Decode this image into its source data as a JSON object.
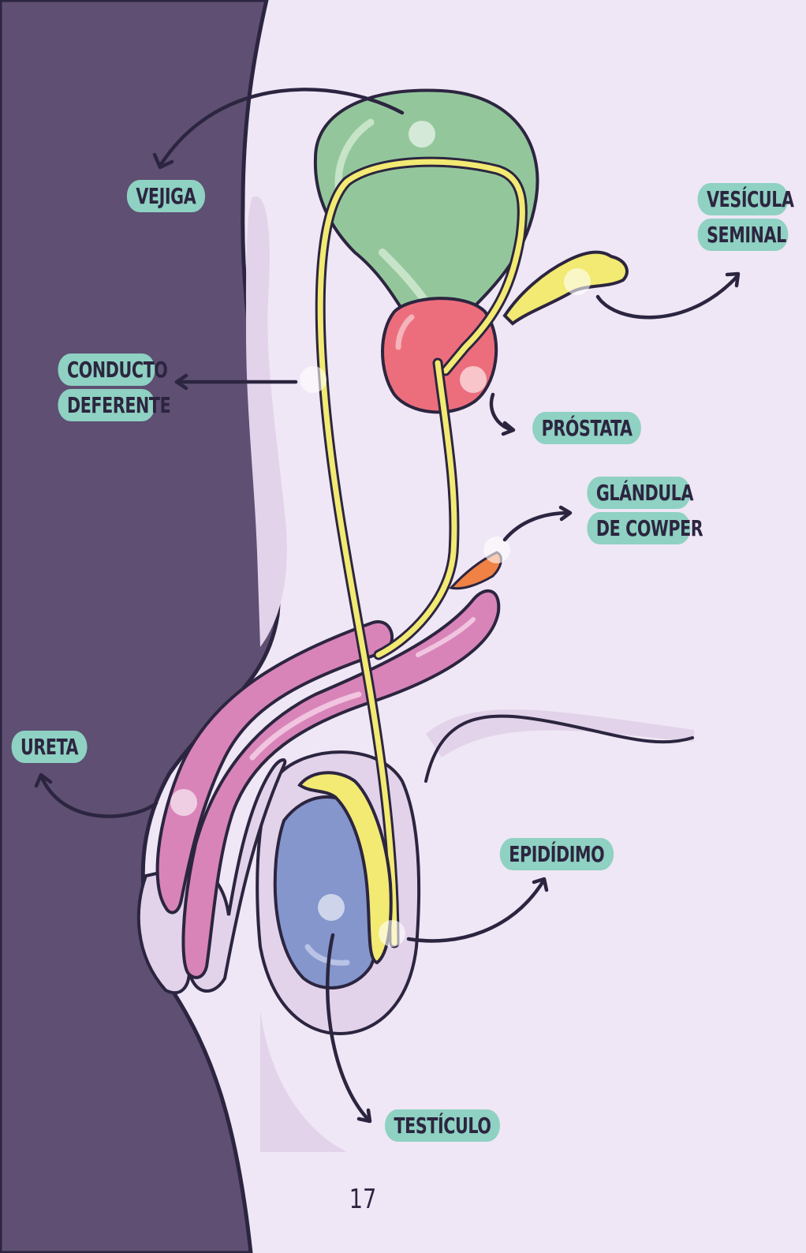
{
  "labels": {
    "vejiga": "VEJIGA",
    "vesicula_line1": "VESÍCULA",
    "vesicula_line2": "SEMINAL",
    "conducto_line1": "CONDUCTO",
    "conducto_line2": "DEFERENTE",
    "prostata": "PRÓSTATA",
    "glandula_line1": "GLÁNDULA",
    "glandula_line2": "DE COWPER",
    "ureta": "URETA",
    "epididimo": "EPIDÍDIMO",
    "testiculo": "TESTÍCULO"
  },
  "page_number": "17",
  "colors": {
    "background": "#efe7f5",
    "body_dark": "#5e4f73",
    "skin_light": "#e2d3ea",
    "outline": "#2c2540",
    "label_chip": "#8fd1c2",
    "bladder": "#93c79b",
    "prostate": "#ec6e7c",
    "duct": "#f2ea72",
    "penis": "#d884b9",
    "testis": "#8496cc",
    "cowper": "#ef8244"
  }
}
